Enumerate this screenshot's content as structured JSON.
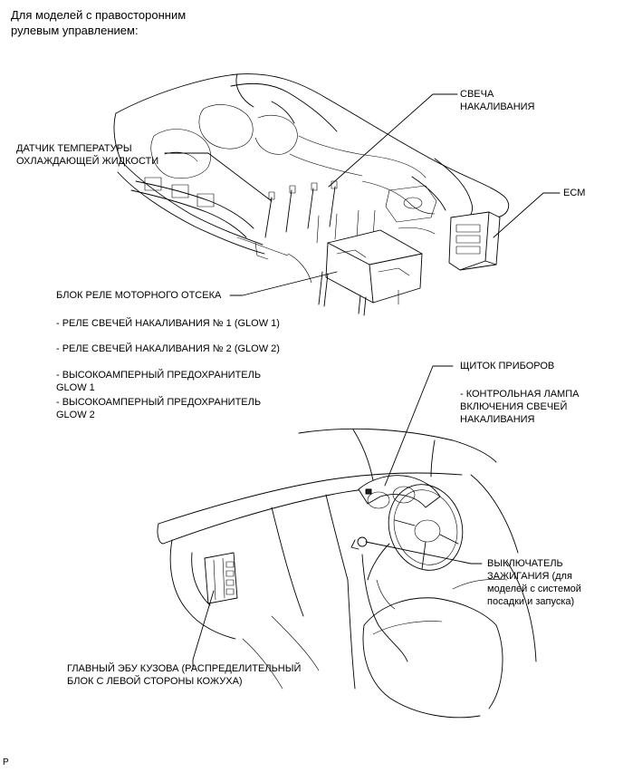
{
  "header": {
    "line1": "Для моделей с правосторонним",
    "line2": "рулевым управлением:"
  },
  "labels": {
    "glow_plug_1": "СВЕЧА",
    "glow_plug_2": "НАКАЛИВАНИЯ",
    "coolant_sensor_1": "ДАТЧИК ТЕМПЕРАТУРЫ",
    "coolant_sensor_2": "ОХЛАЖДАЮЩЕЙ ЖИДКОСТИ",
    "ecm": "ECM",
    "relay_block": "БЛОК РЕЛЕ МОТОРНОГО ОТСЕКА",
    "relay_glow1": "- РЕЛЕ СВЕЧЕЙ НАКАЛИВАНИЯ № 1 (GLOW 1)",
    "relay_glow2": "- РЕЛЕ СВЕЧЕЙ НАКАЛИВАНИЯ № 2 (GLOW 2)",
    "fuse1_1": "- ВЫСОКОАМПЕРНЫЙ ПРЕДОХРАНИТЕЛЬ",
    "fuse1_2": "GLOW 1",
    "fuse2_1": "- ВЫСОКОАМПЕРНЫЙ ПРЕДОХРАНИТЕЛЬ",
    "fuse2_2": "GLOW 2",
    "combination_meter": "ЩИТОК ПРИБОРОВ",
    "indicator_1": "- КОНТРОЛЬНАЯ ЛАМПА",
    "indicator_2": "ВКЛЮЧЕНИЯ СВЕЧЕЙ",
    "indicator_3": "НАКАЛИВАНИЯ",
    "ignition_1": "ВЫКЛЮЧАТЕЛЬ",
    "ignition_2": "ЗАЖИГАНИЯ (для",
    "ignition_3": "моделей с системой",
    "ignition_4": "посадки и запуска)",
    "body_ecu_1": "ГЛАВНЫЙ ЭБУ КУЗОВА (РАСПРЕДЕЛИТЕЛЬНЫЙ",
    "body_ecu_2": "БЛОК С ЛЕВОЙ СТОРОНЫ КОЖУХА)",
    "footer": "P"
  }
}
